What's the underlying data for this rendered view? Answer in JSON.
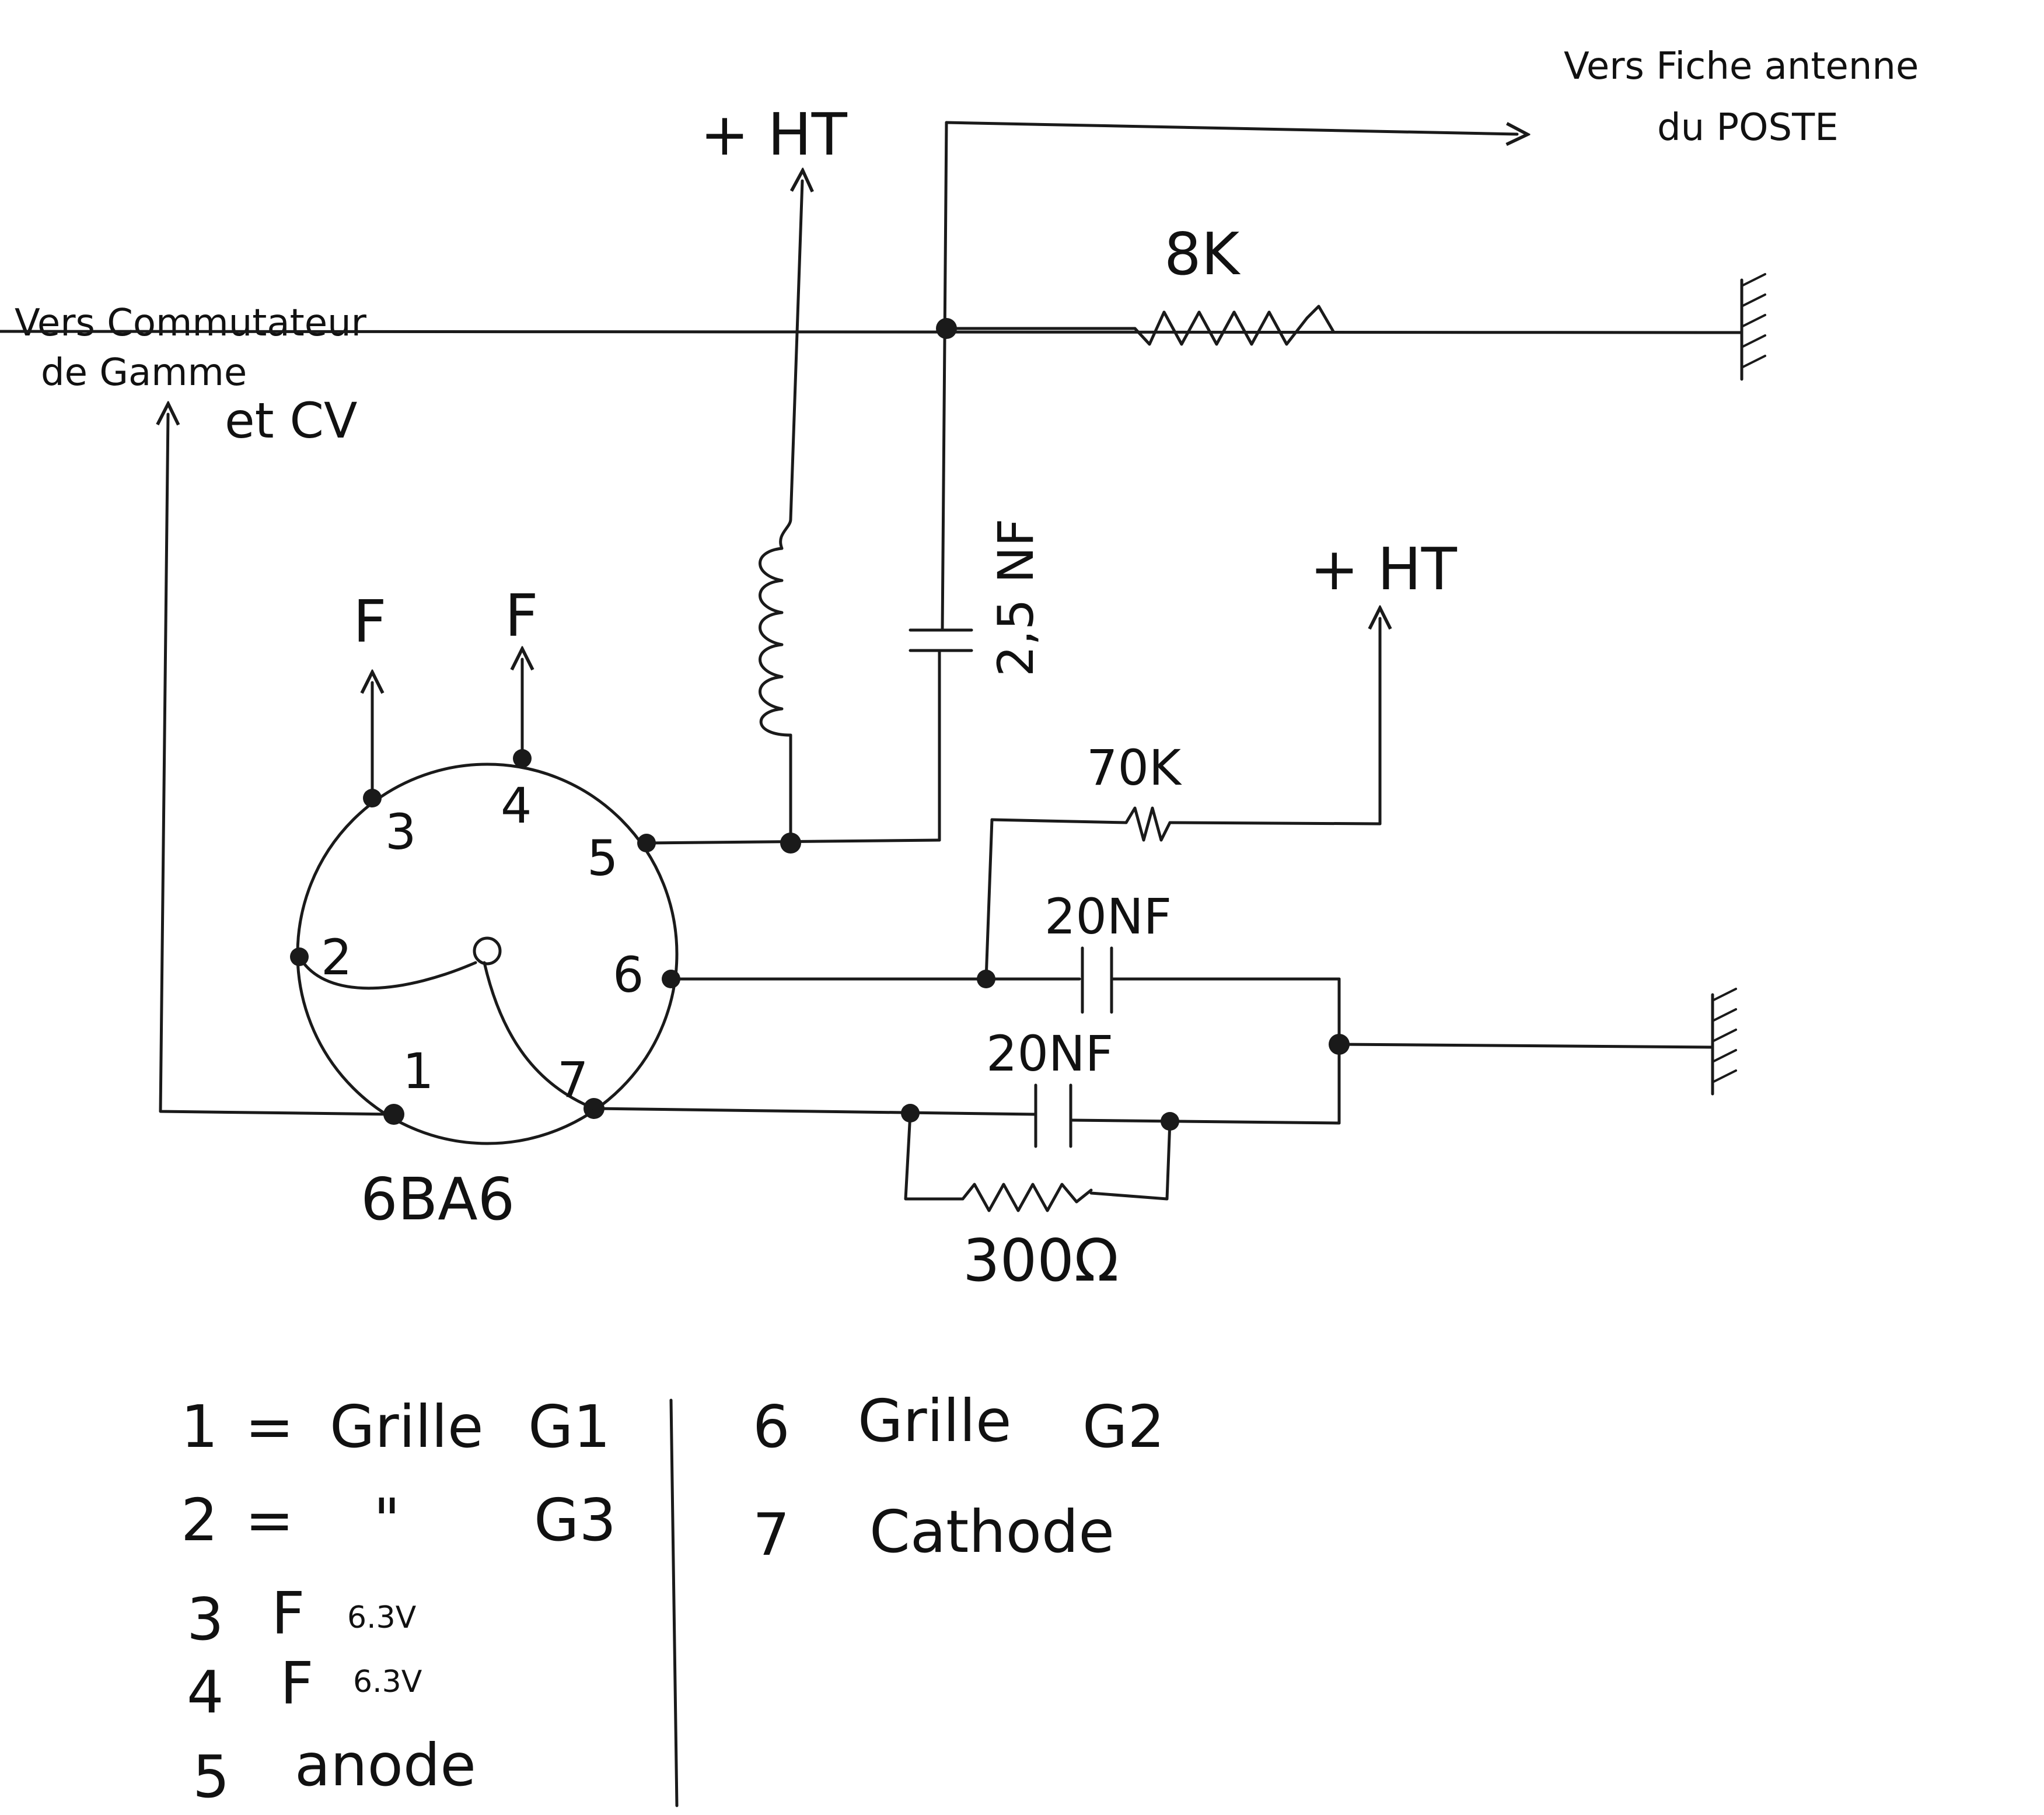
{
  "labels": {
    "ht_top": "+ HT",
    "ht_right": "+ HT",
    "antenna_line1": "Vers Fiche antenne",
    "antenna_line2": "du POSTE",
    "switch_line1": "Vers Commutateur",
    "switch_line2": "de Gamme",
    "switch_line3": "et CV",
    "filament_3": "F",
    "filament_4": "F",
    "tube": "6BA6"
  },
  "components": {
    "r_8k": "8K",
    "c_2_5nf": "2,5 NF",
    "r_70k": "70K",
    "c_20nf_upper": "20NF",
    "c_20nf_lower": "20NF",
    "r_300": "300Ω"
  },
  "pins": [
    "1",
    "2",
    "3",
    "4",
    "5",
    "6",
    "7"
  ],
  "legend": {
    "left": [
      {
        "num": "1",
        "sep": "=",
        "name": "Grille",
        "extra": "G1"
      },
      {
        "num": "2",
        "sep": "=",
        "name": "\"",
        "extra": "G3"
      },
      {
        "num": "3",
        "sep": "",
        "name": "F",
        "extra": "6.3V"
      },
      {
        "num": "4",
        "sep": "",
        "name": "F",
        "extra": "6.3V"
      },
      {
        "num": "5",
        "sep": "",
        "name": "anode",
        "extra": ""
      }
    ],
    "right": [
      {
        "num": "6",
        "name": "Grille",
        "extra": "G2"
      },
      {
        "num": "7",
        "name": "Cathode",
        "extra": ""
      }
    ]
  }
}
